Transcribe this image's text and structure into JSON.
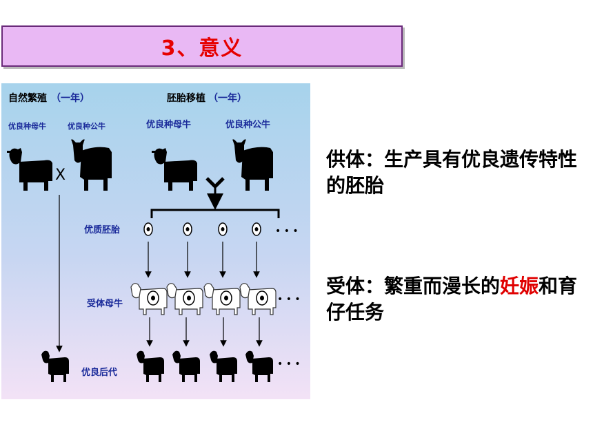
{
  "title": "3、意义",
  "diagram": {
    "natural_label": "自然繁殖",
    "natural_period": "（一年）",
    "transfer_label": "胚胎移植",
    "transfer_period": "（一年）",
    "cow_label_1": "优良种母牛",
    "bull_label_1": "优良种公牛",
    "cow_label_2": "优良种母牛",
    "bull_label_2": "优良种公牛",
    "cross": "X",
    "embryo_label": "优质胚胎",
    "recipient_label": "受体母牛",
    "offspring_label": "优良后代",
    "dots": "• • •"
  },
  "donor": {
    "text": "供体：生产具有优良遗传特性的胚胎"
  },
  "recipient": {
    "text_before": "受体：繁重而漫长的",
    "highlight": "妊娠",
    "text_after": "和育仔任务"
  },
  "colors": {
    "title_bg": "#e9b8f4",
    "title_text": "#e60000",
    "label_blue": "#1a2a9a",
    "highlight": "#e00000"
  }
}
